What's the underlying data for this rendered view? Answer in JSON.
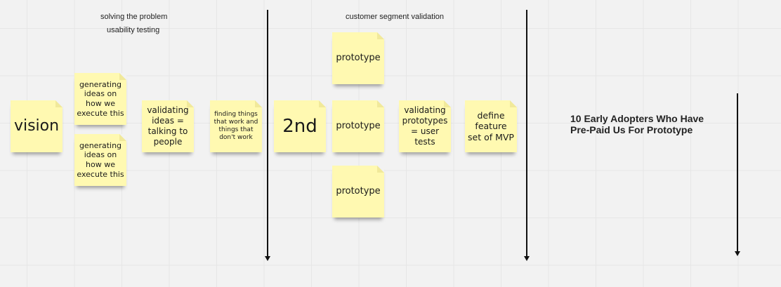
{
  "labels": {
    "solving": "solving the problem",
    "usability": "usability testing",
    "customer": "customer segment validation"
  },
  "stickies": {
    "vision": "vision",
    "gen1": "generating ideas on how we execute this",
    "gen2": "generating ideas on how we execute this",
    "validating_ideas": "validating ideas = talking to people",
    "finding": "finding things that work and things that don't work",
    "second": "2nd",
    "proto_top": "prototype",
    "proto_mid": "prototype",
    "proto_bot": "prototype",
    "validating_protos": "validating prototypes = user tests",
    "define": "define feature set of MVP"
  },
  "headline": "10 Early Adopters Who Have Pre-Paid Us For Prototype",
  "colors": {
    "sticky": "#fff9b1",
    "background": "#f2f2f2",
    "line": "#111111"
  }
}
